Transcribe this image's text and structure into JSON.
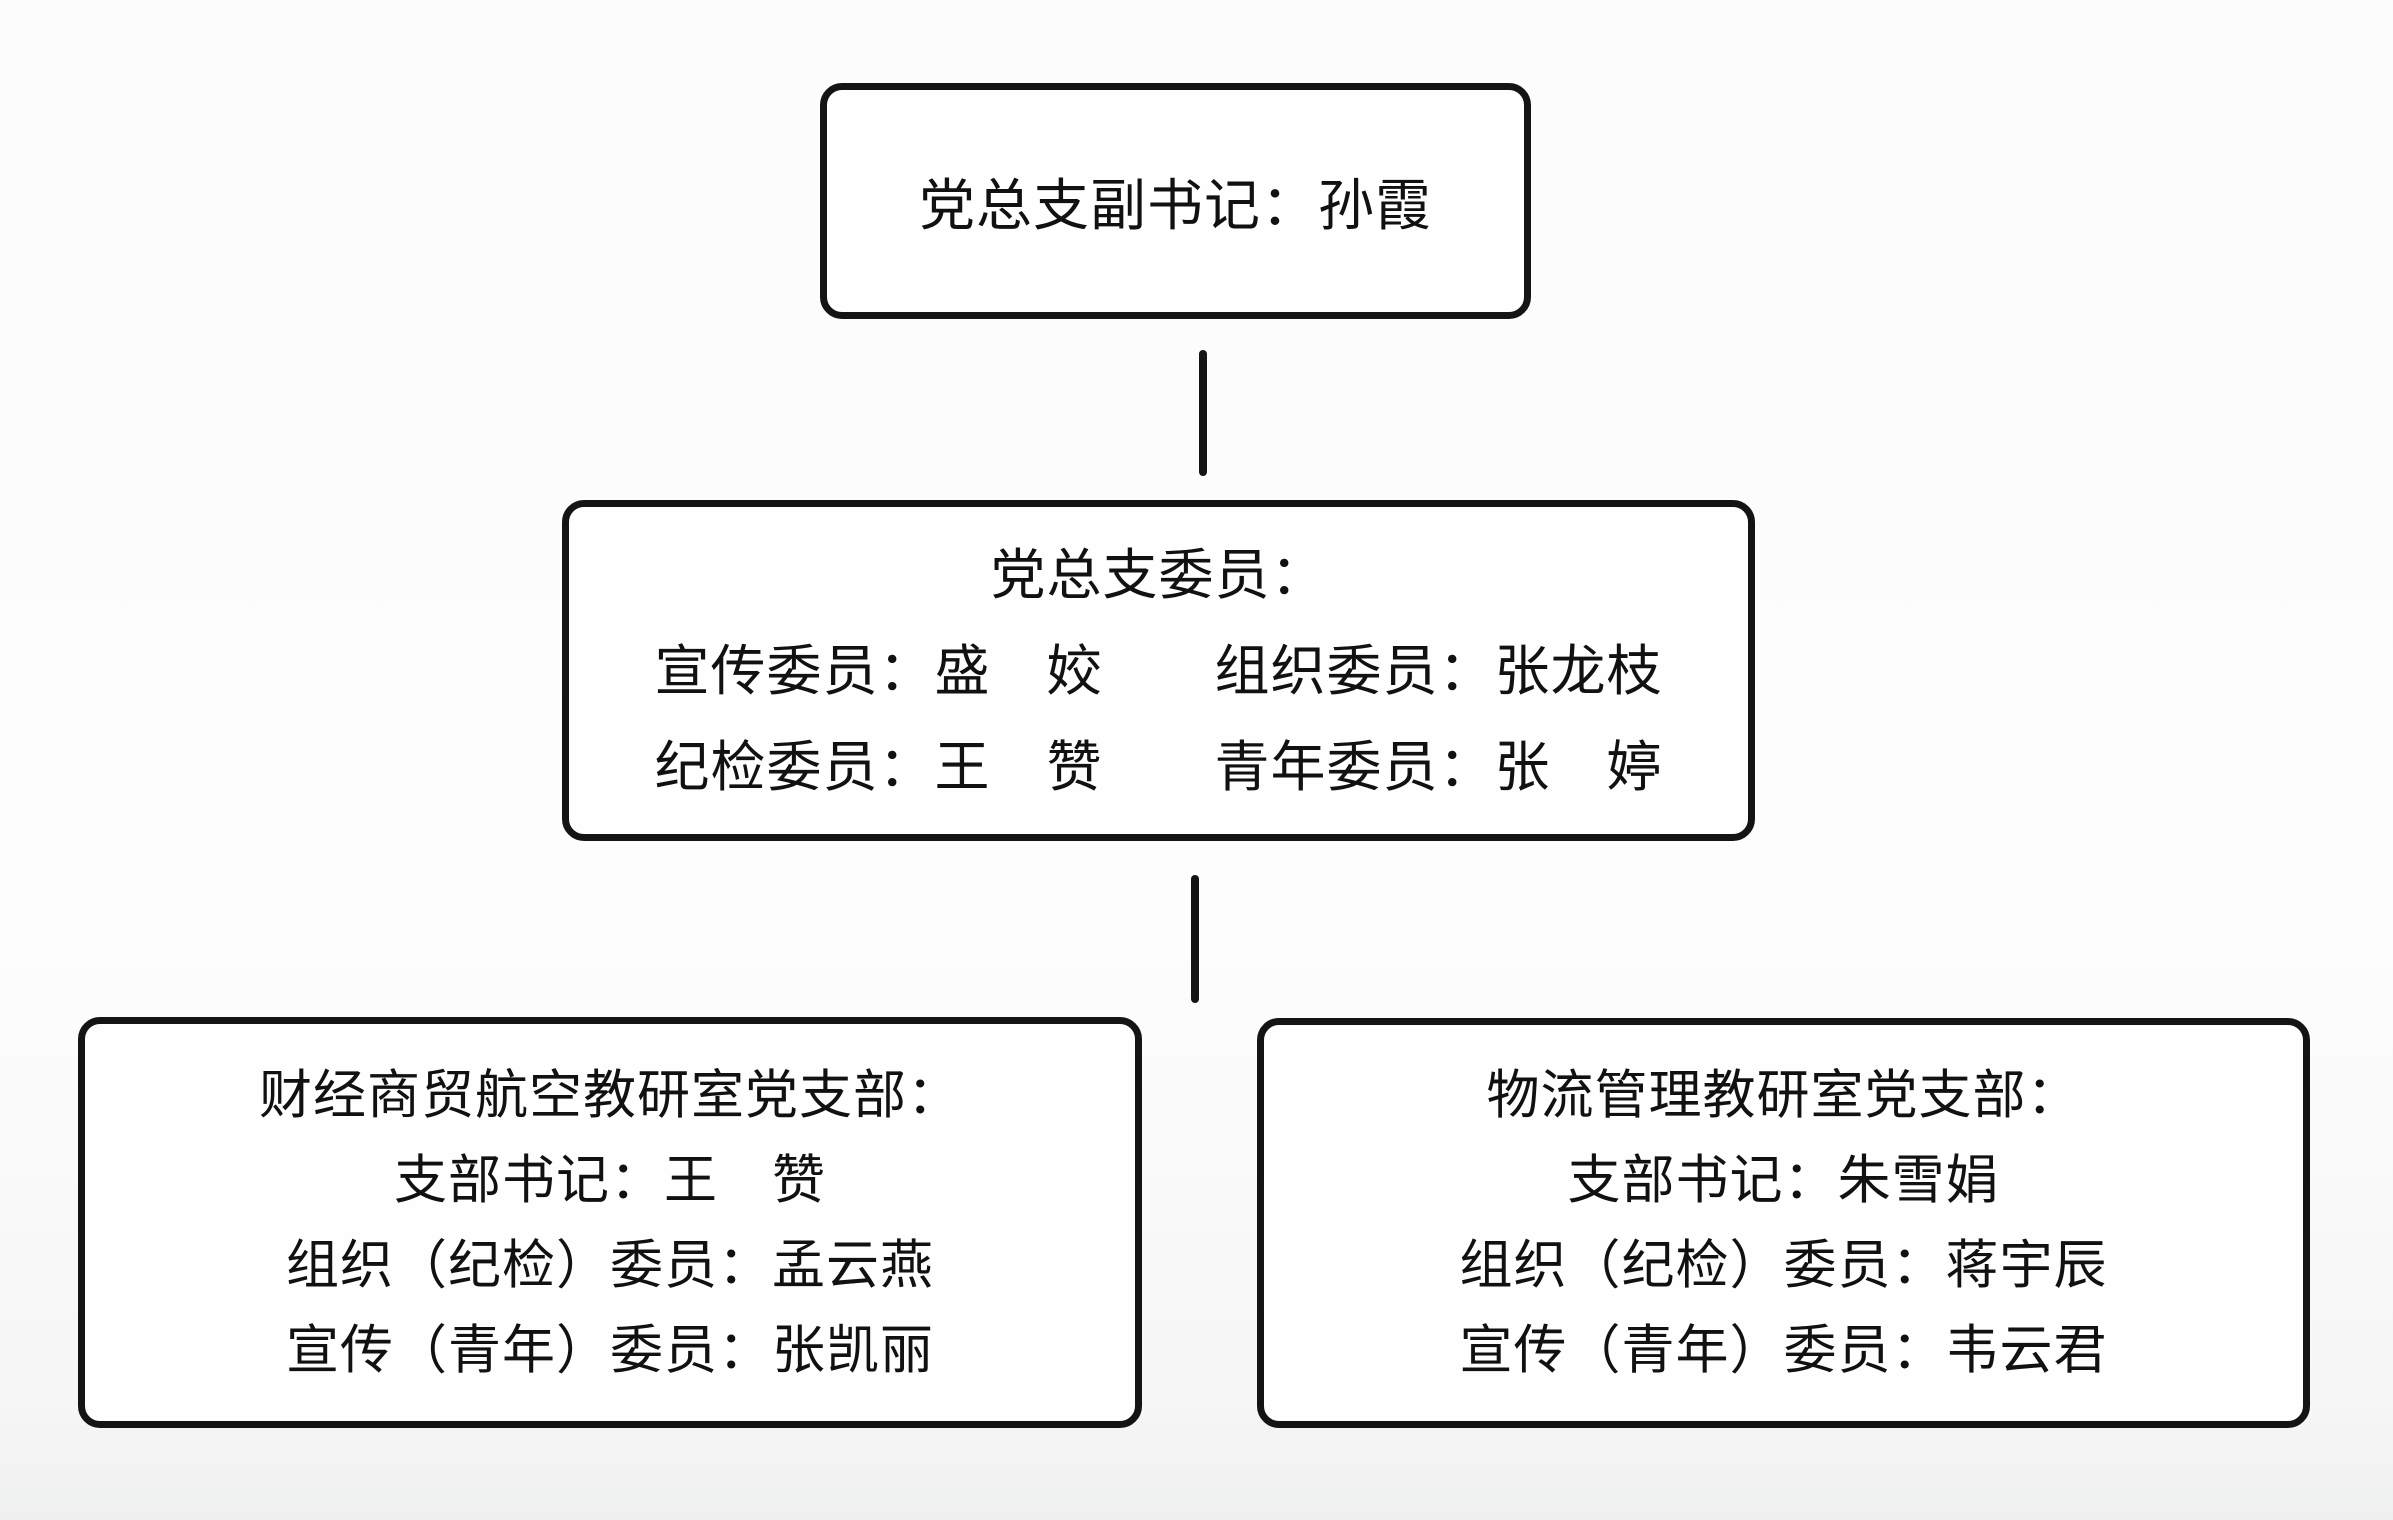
{
  "page": {
    "background_color": "#fcfcfc",
    "line_color": "#141414",
    "box_fill_color": "#fefefe"
  },
  "org_chart": {
    "type": "org-chart",
    "nodes": [
      {
        "id": "deputy-secretary",
        "lines": [
          "党总支副书记：孙霞"
        ]
      },
      {
        "id": "committee",
        "lines": [
          "党总支委员：",
          "宣传委员：盛　姣　　组织委员：张龙枝",
          "纪检委员：王　赞　　青年委员：张　婷"
        ]
      },
      {
        "id": "finance-trade-aviation-branch",
        "lines": [
          "财经商贸航空教研室党支部：",
          "支部书记：王　赞",
          "组织（纪检）委员：孟云燕",
          "宣传（青年）委员：张凯丽"
        ]
      },
      {
        "id": "logistics-management-branch",
        "lines": [
          "物流管理教研室党支部：",
          "支部书记：朱雪娟",
          "组织（纪检）委员：蒋宇辰",
          "宣传（青年）委员：韦云君"
        ]
      }
    ],
    "edges": [
      {
        "from": "deputy-secretary",
        "to": "committee"
      },
      {
        "from": "committee",
        "to": "branch-row"
      }
    ]
  }
}
